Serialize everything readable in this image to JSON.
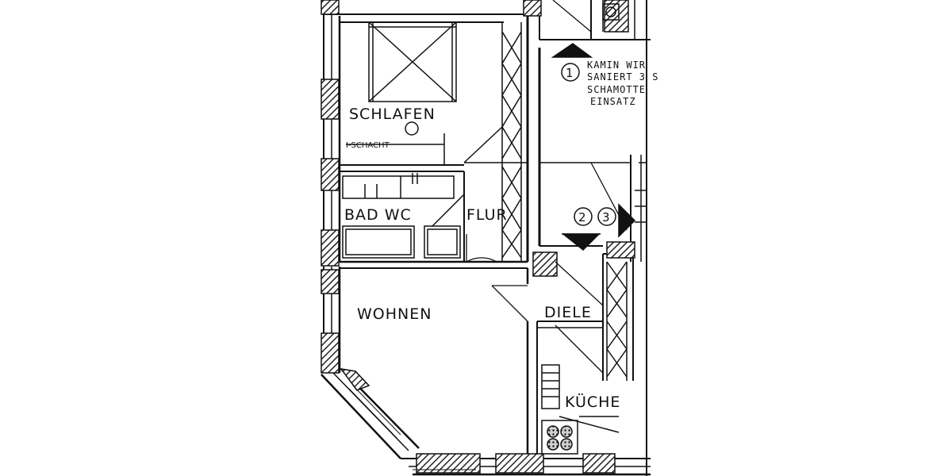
{
  "plan": {
    "rooms": {
      "schlafen": "SCHLAFEN",
      "bad_wc": "BAD WC",
      "flur": "FLUR",
      "wohnen": "WOHNEN",
      "diele": "DIELE",
      "kueche": "KÜCHE"
    },
    "shaft_label": "I-SCHACHT",
    "chimney_note": {
      "line1": "KAMIN WIR",
      "line2": "SANIERT 3 S",
      "line3": "SCHAMOTTE",
      "line4": "EINSATZ"
    },
    "markers": {
      "m1": "1",
      "m2": "2",
      "m3": "3"
    }
  },
  "colors": {
    "ink": "#111111",
    "paper": "#ffffff",
    "hatch": "#444444"
  }
}
